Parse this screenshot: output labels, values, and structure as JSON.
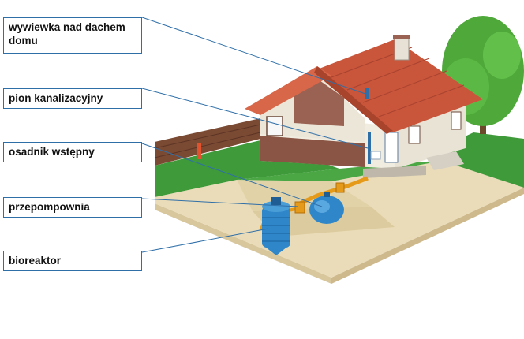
{
  "labels": [
    {
      "id": "roof-vent",
      "text": "wywiewka nad dachem domu"
    },
    {
      "id": "sewer-riser",
      "text": "pion kanalizacyjny"
    },
    {
      "id": "primary-settler",
      "text": "osadnik wstępny"
    },
    {
      "id": "pump-station",
      "text": "przepompownia"
    },
    {
      "id": "bioreactor",
      "text": "bioreaktor"
    }
  ],
  "colors": {
    "leader_line": "#2f6fa8",
    "label_border": "#2f6fa8",
    "grass": "#3f9a3a",
    "soil": "#eadcb8",
    "roof": "#c9553a",
    "brick": "#8a5544",
    "tank": "#2f86c8",
    "pipe": "#e59a1a",
    "fence": "#7a4a33",
    "tree": "#4ea83a"
  }
}
